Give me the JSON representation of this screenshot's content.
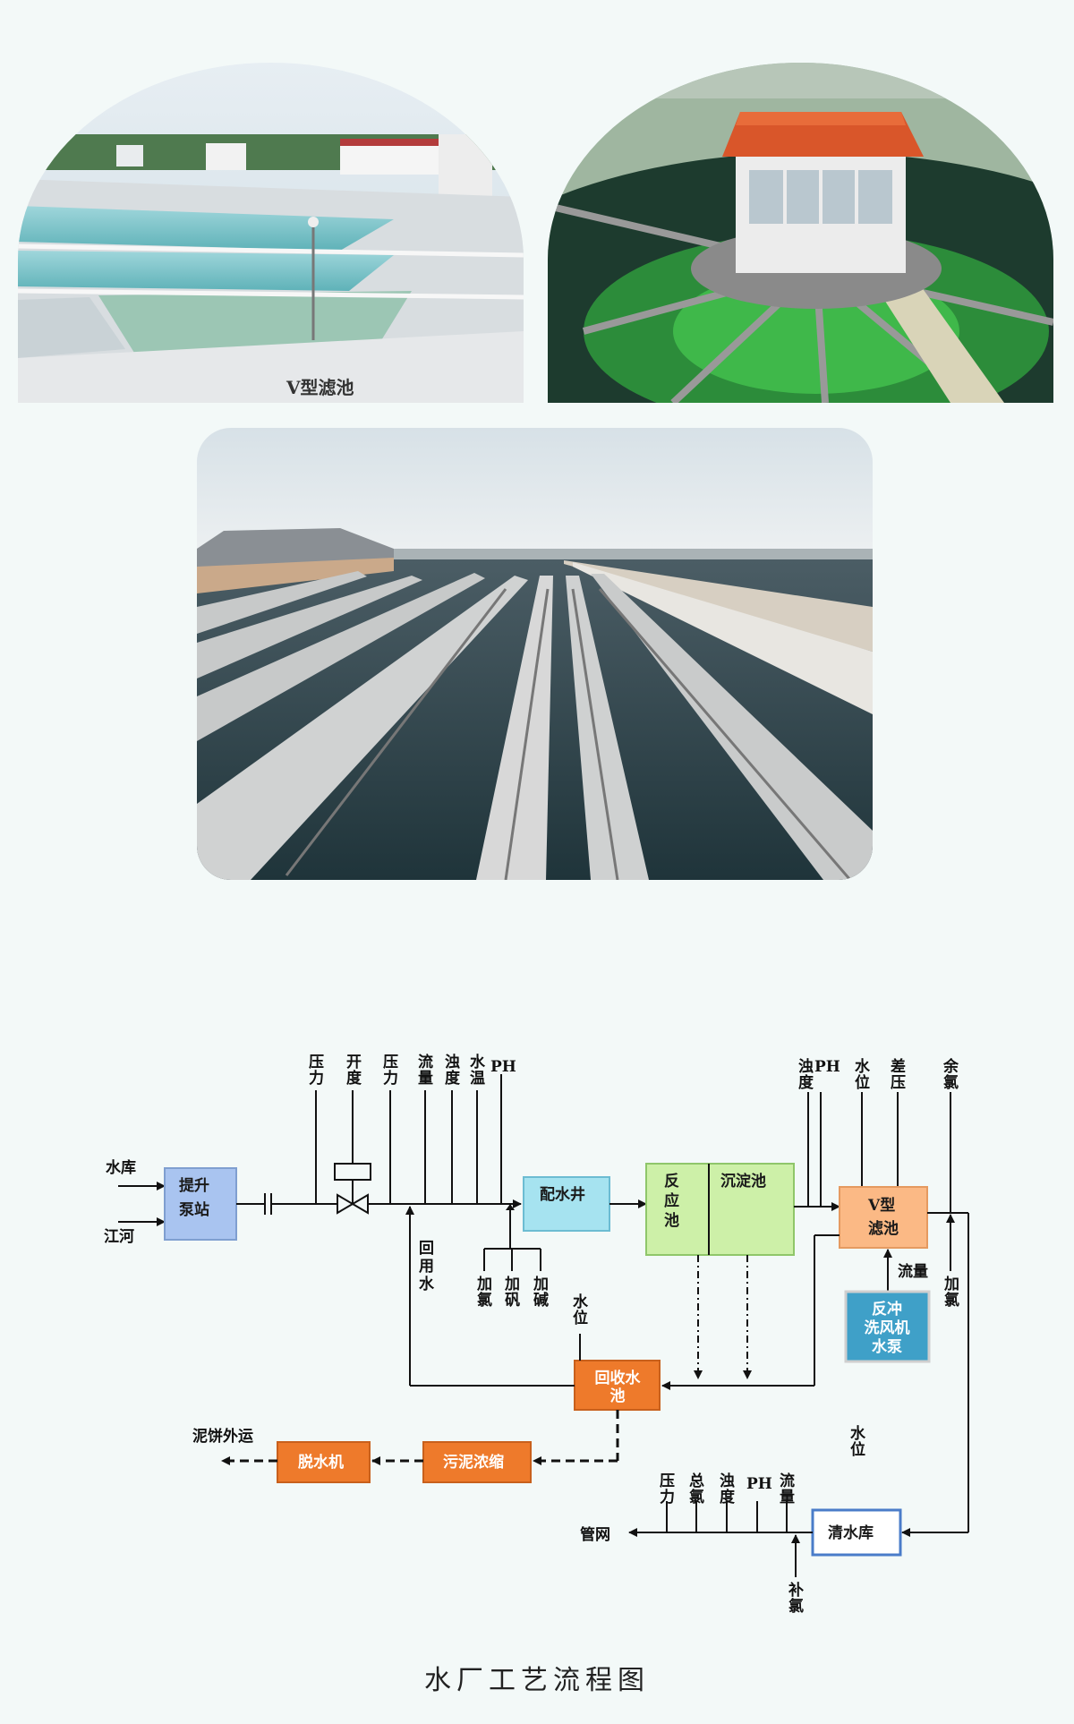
{
  "photos": [
    {
      "caption": "V型滤池"
    },
    {
      "caption": ""
    },
    {
      "caption": ""
    }
  ],
  "diagram": {
    "inputs": [
      "水库",
      "江河"
    ],
    "boxes": {
      "pump": "提升泵站",
      "distribution": "配水井",
      "reaction": "反应池",
      "settling": "沉淀池",
      "vfilter": "V型滤池",
      "backwash": "反冲洗风机水泵",
      "recovery": "回收水池",
      "sludge_thickening": "污泥浓缩",
      "dewatering": "脱水机",
      "clearwell": "清水库"
    },
    "sensors_top": [
      "压力",
      "开度",
      "压力",
      "流量",
      "浊度",
      "水温"
    ],
    "sensor_ph": "PH",
    "sensors_filter": [
      "浊度",
      "水位",
      "差压",
      "余氯"
    ],
    "sensor_filter_ph": "PH",
    "dosing": [
      "加氯",
      "加矾",
      "加碱"
    ],
    "reuse_water": "回用水",
    "recovery_level": "水位",
    "filter_flow": "流量",
    "filter_chlorine": "加氯",
    "sludge_out": "泥饼外运",
    "clearwell_level": "水位",
    "outlet_sensors": [
      "压力",
      "总氯",
      "浊度",
      "流量"
    ],
    "outlet_ph": "PH",
    "network": "管网",
    "supplement_chlorine": "补氯"
  },
  "caption": "水厂工艺流程图",
  "colors": {
    "pump": "#a9c4f0",
    "distribution": "#a6e3f0",
    "reaction": "#cdf0a8",
    "vfilter": "#fbb985",
    "backwash": "#3fa0c8",
    "orange": "#ee7a2b",
    "clearwell": "#ffffff"
  }
}
